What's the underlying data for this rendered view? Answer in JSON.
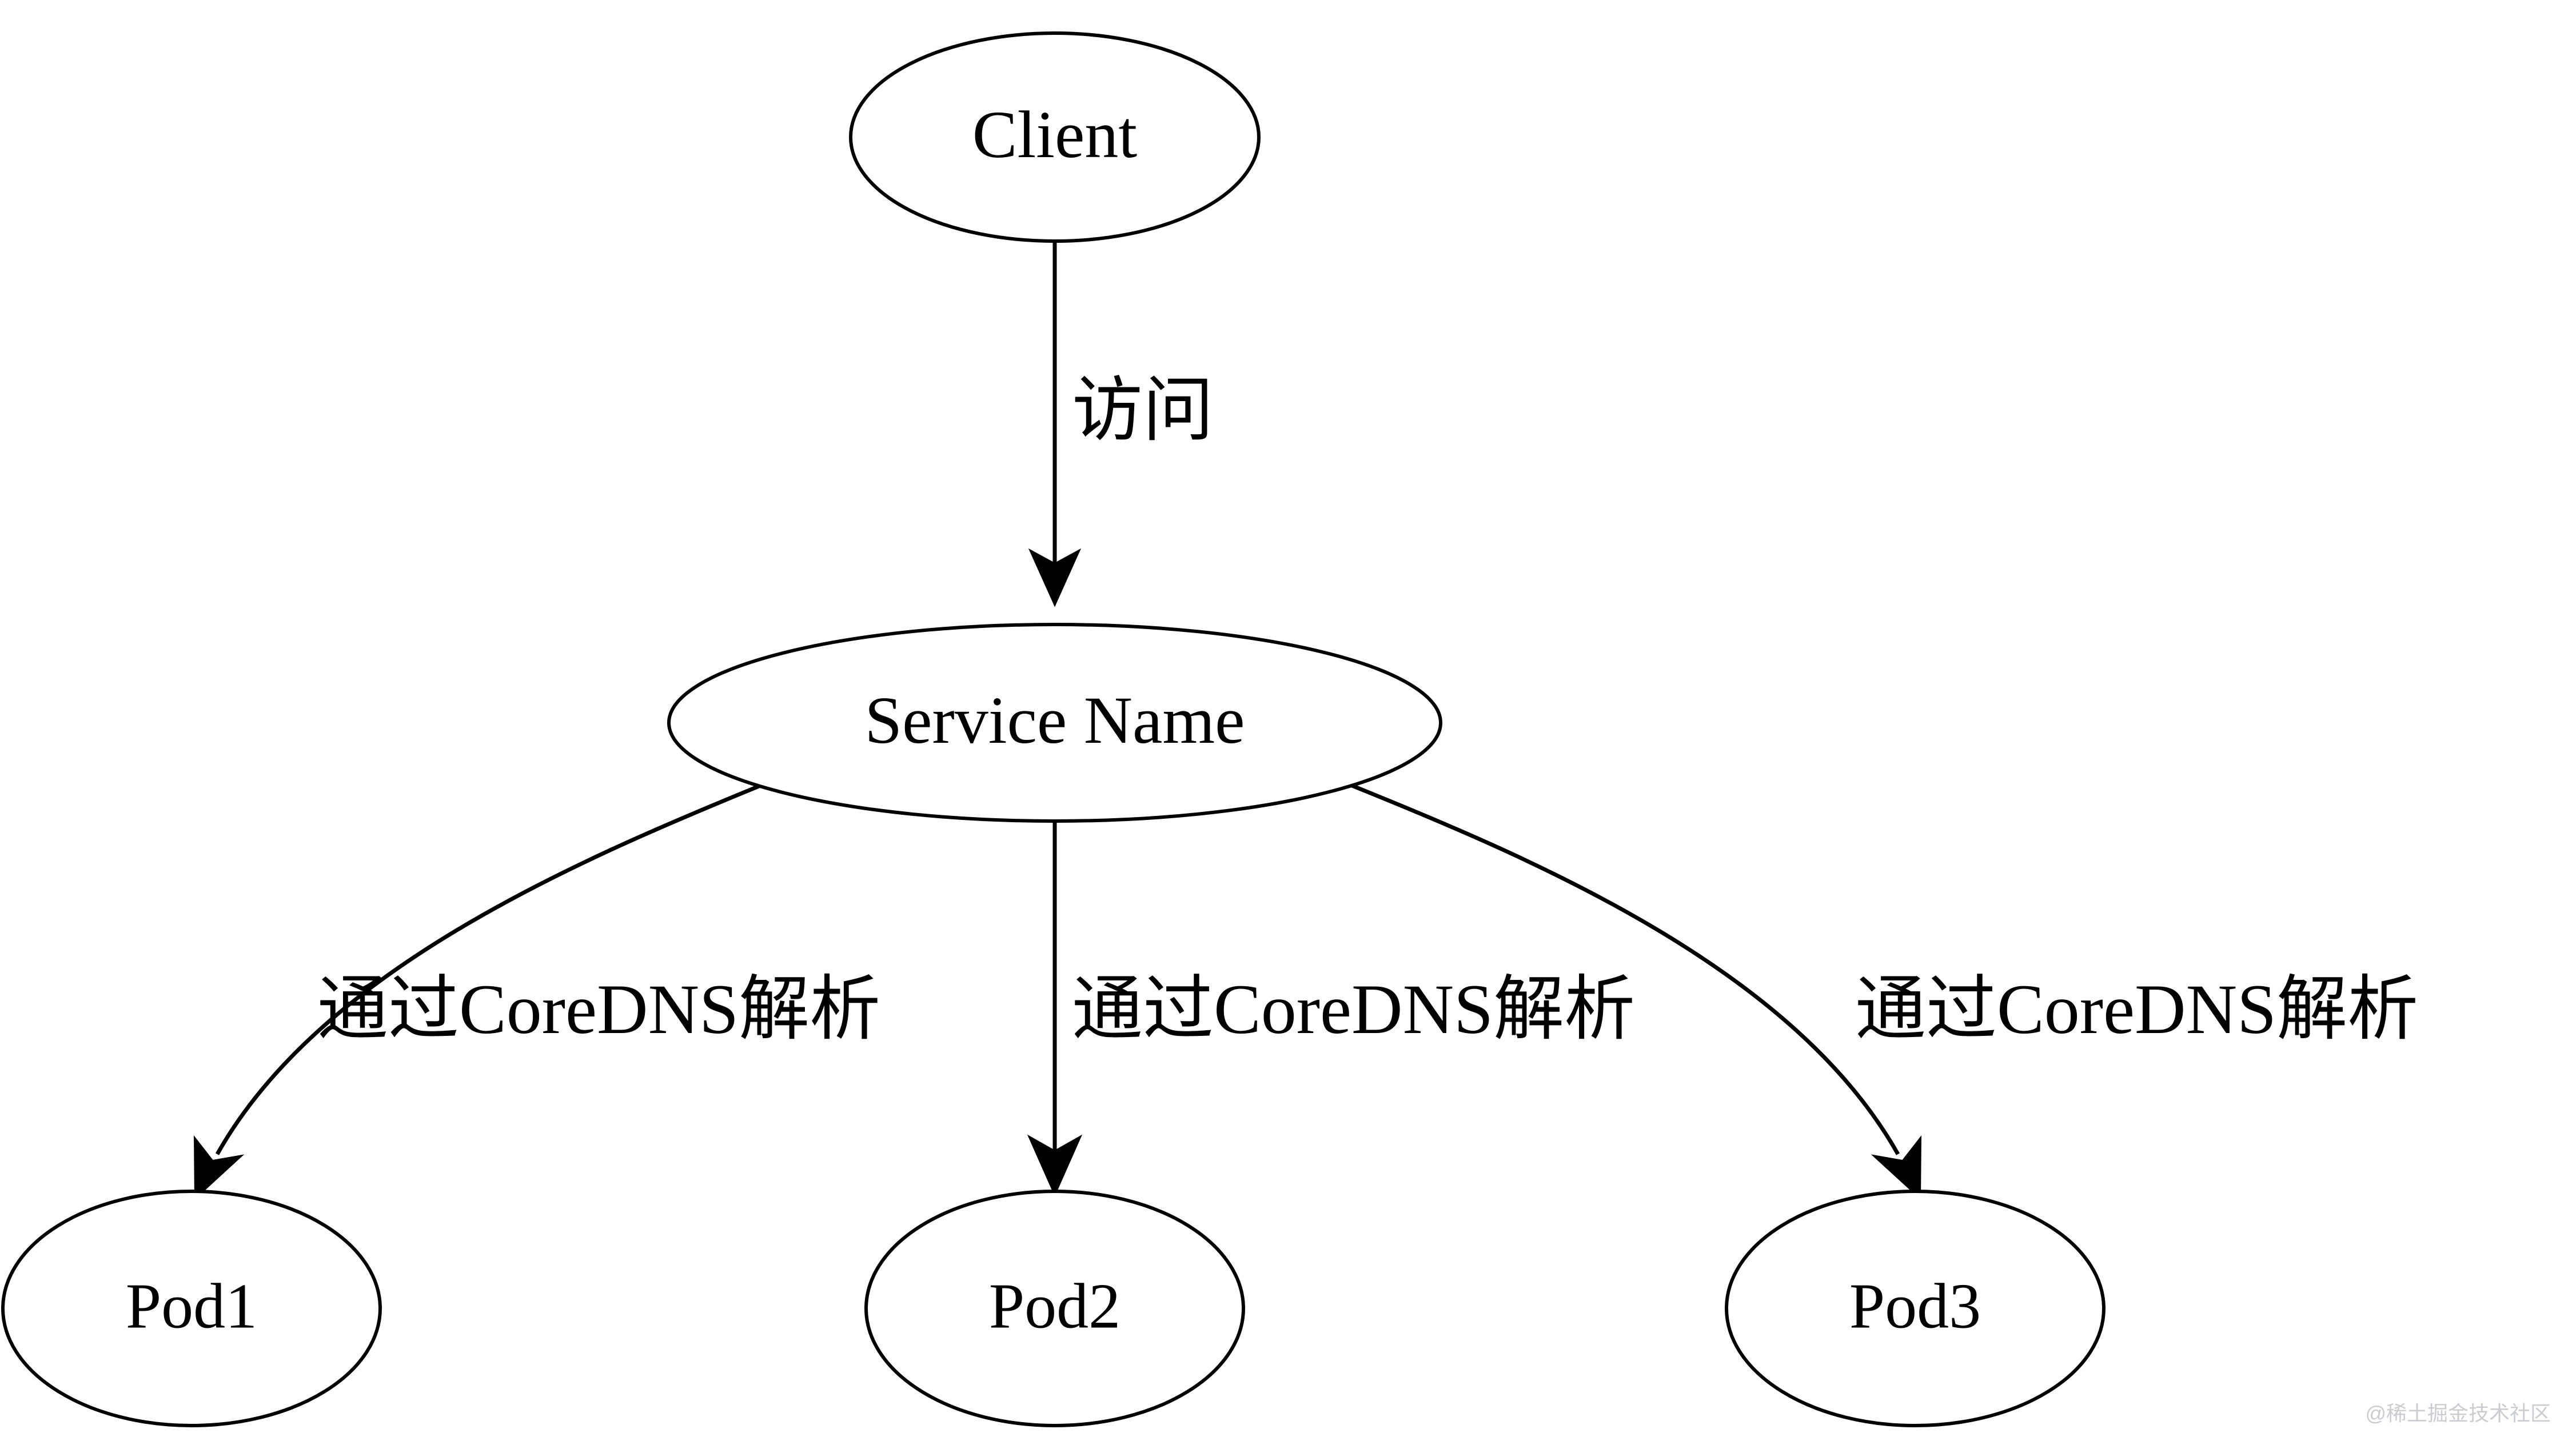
{
  "diagram": {
    "title": "Kubernetes Service to Pod resolution",
    "background_color": "#ffffff",
    "stroke_color": "#000000",
    "nodes": [
      {
        "id": "client",
        "label": "Client",
        "shape": "ellipse"
      },
      {
        "id": "service",
        "label": "Service Name",
        "shape": "ellipse"
      },
      {
        "id": "pod1",
        "label": "Pod1",
        "shape": "ellipse"
      },
      {
        "id": "pod2",
        "label": "Pod2",
        "shape": "ellipse"
      },
      {
        "id": "pod3",
        "label": "Pod3",
        "shape": "ellipse"
      }
    ],
    "edges": [
      {
        "id": "e1",
        "from": "client",
        "to": "service",
        "label": "访问"
      },
      {
        "id": "e2",
        "from": "service",
        "to": "pod1",
        "label": "通过CoreDNS解析"
      },
      {
        "id": "e3",
        "from": "service",
        "to": "pod2",
        "label": "通过CoreDNS解析"
      },
      {
        "id": "e4",
        "from": "service",
        "to": "pod3",
        "label": "通过CoreDNS解析"
      }
    ]
  },
  "watermark": {
    "text": "@稀土掘金技术社区",
    "color": "#c9ccd1"
  }
}
